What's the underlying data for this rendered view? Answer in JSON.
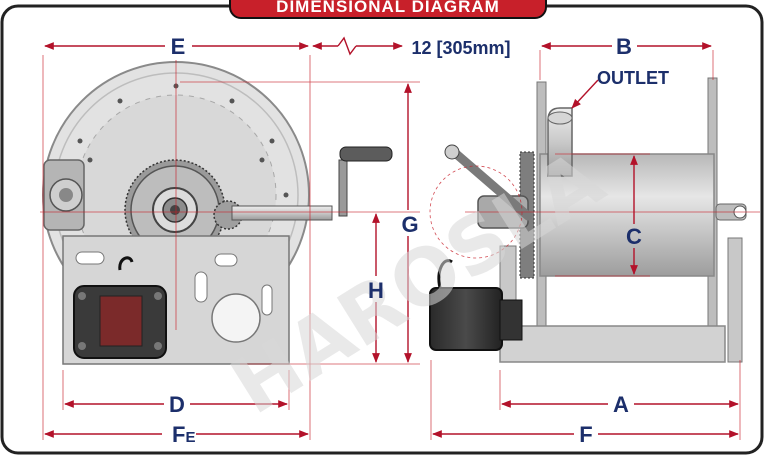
{
  "title": "DIMENSIONAL DIAGRAM",
  "watermark": "HAROSLA",
  "dimensions": {
    "E": "E",
    "offset": "12 [305mm]",
    "B": "B",
    "outlet": "OUTLET",
    "G": "G",
    "H": "H",
    "C": "C",
    "D": "D",
    "A": "A",
    "FE_main": "F",
    "FE_sub": "E",
    "F": "F"
  },
  "colors": {
    "accent_red": "#c8202a",
    "dim_red": "#b3122a",
    "label_navy": "#1c2f6b",
    "frame": "#222222"
  }
}
